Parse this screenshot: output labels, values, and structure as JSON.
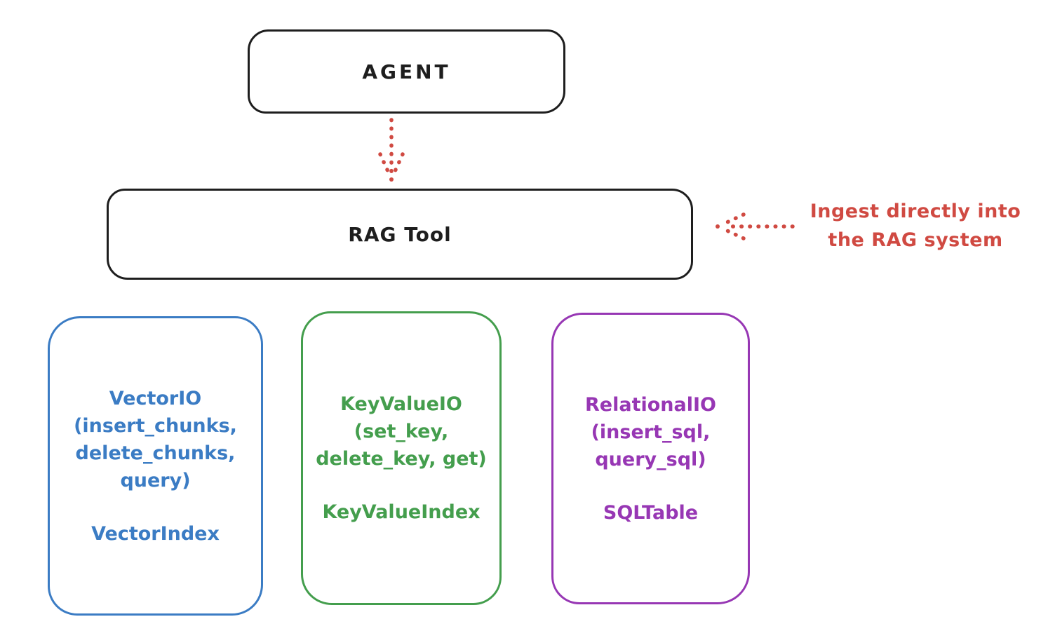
{
  "diagram": {
    "nodes": {
      "agent": {
        "label": "AGENT",
        "border_color": "#1e1e1e"
      },
      "rag_tool": {
        "label": "RAG Tool",
        "border_color": "#1e1e1e"
      }
    },
    "annotation": {
      "text": "Ingest directly into\nthe RAG system",
      "color": "#d04a42"
    },
    "edges": [
      {
        "from": "agent",
        "to": "rag_tool",
        "style": "dotted-arrow",
        "color": "#d04a42"
      },
      {
        "from": "ingest-annotation",
        "to": "rag_tool",
        "style": "dotted-arrow",
        "color": "#d04a42"
      }
    ],
    "backends": [
      {
        "name": "vector-io",
        "color": "#3b7cc4",
        "io_label": "VectorIO\n(insert_chunks,\ndelete_chunks,\nquery)",
        "index_label": "VectorIndex"
      },
      {
        "name": "keyvalue-io",
        "color": "#449e4d",
        "io_label": "KeyValueIO\n(set_key,\ndelete_key, get)",
        "index_label": "KeyValueIndex"
      },
      {
        "name": "relational-io",
        "color": "#9737b4",
        "io_label": "RelationalIO\n(insert_sql,\nquery_sql)",
        "index_label": "SQLTable"
      }
    ]
  }
}
